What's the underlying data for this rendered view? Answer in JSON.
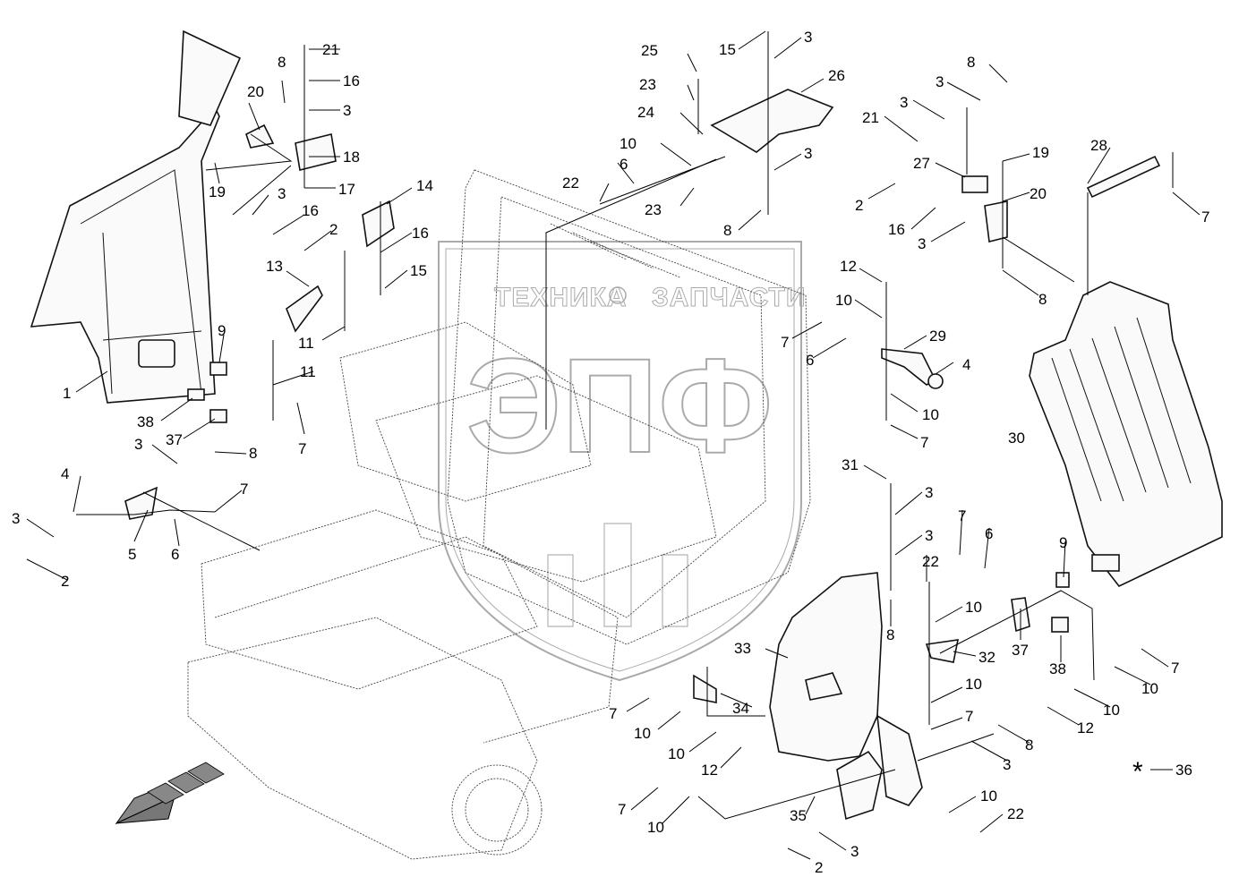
{
  "watermark": {
    "top_text_left": "ТЕХНИКА",
    "top_text_right": "ЗАПЧАСТИ",
    "logo_letters": "ЭПФ"
  },
  "callouts": {
    "c1": "1",
    "c2": "2",
    "c3": "3",
    "c4": "4",
    "c5": "5",
    "c6": "6",
    "c7": "7",
    "c8": "8",
    "c9": "9",
    "c10": "10",
    "c11": "11",
    "c12": "12",
    "c13": "13",
    "c14": "14",
    "c15": "15",
    "c16": "16",
    "c17": "17",
    "c18": "18",
    "c19": "19",
    "c20": "20",
    "c21": "21",
    "c22": "22",
    "c23": "23",
    "c24": "24",
    "c25": "25",
    "c26": "26",
    "c27": "27",
    "c28": "28",
    "c29": "29",
    "c30": "30",
    "c31": "31",
    "c32": "32",
    "c33": "33",
    "c34": "34",
    "c35": "35",
    "c36": "36",
    "c37": "37",
    "c38": "38"
  },
  "legend": {
    "asterisk": "*"
  }
}
